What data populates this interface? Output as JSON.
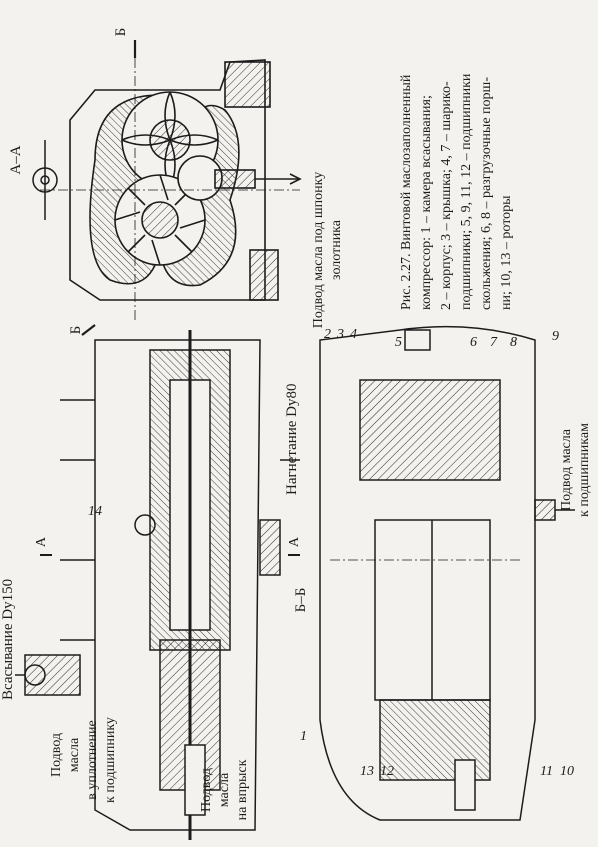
{
  "section_labels": {
    "aa": "А–А",
    "b_top": "Б",
    "b_left": "Б",
    "bb": "Б–Б",
    "a_upper": "А",
    "a_lower": "А"
  },
  "annotations": {
    "suction": "Всасывание Dy150",
    "discharge": "Нагнетание Dy80",
    "oil_valve_line1": "Подвод масла под шпонку",
    "oil_valve_line2": "золотника",
    "oil_seal_line1": "Подвод",
    "oil_seal_line2": "масла",
    "oil_seal_line3": "в уплотнение",
    "oil_seal_line4": "к подшипнику",
    "oil_inj_line1": "Подвод",
    "oil_inj_line2": "масла",
    "oil_inj_line3": "на впрыск",
    "oil_bear_line1": "Подвод масла",
    "oil_bear_line2": "к подшипникам"
  },
  "numbers": {
    "n1": "1",
    "n2": "2",
    "n3": "3",
    "n4": "4",
    "n5": "5",
    "n6": "6",
    "n7": "7",
    "n8": "8",
    "n9": "9",
    "n10": "10",
    "n11": "11",
    "n12": "12",
    "n13": "13",
    "n14": "14"
  },
  "caption": {
    "line1": "Рис. 2.27. Винтовой маслозаполненный",
    "line2": "компрессор: 1 – камера всасывания;",
    "line3": "2 – корпус; 3 – крышка; 4, 7 – шарико-",
    "line4": "подшипники; 5, 9, 11, 12 – подшипники",
    "line5": "скольжения; 6, 8 – разгрузочные порш-",
    "line6": "ни; 10, 13 – роторы"
  }
}
